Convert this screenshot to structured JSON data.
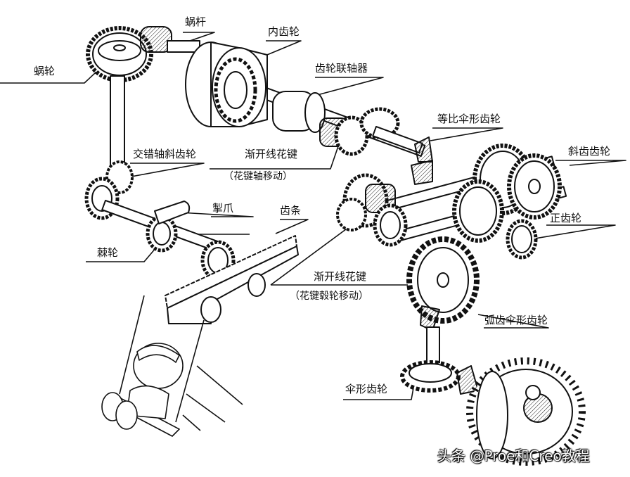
{
  "labels": {
    "worm": "蜗杆",
    "internal_gear": "内齿轮",
    "worm_wheel": "蜗轮",
    "gear_coupling": "齿轮联轴器",
    "equal_bevel_gear": "等比伞形齿轮",
    "helical_gear": "斜齿齿轮",
    "crossed_helical_gear": "交错轴斜齿轮",
    "involute_spline_1": "渐开线花键",
    "involute_spline_1_note": "（花键轴移动）",
    "pawl": "掣爪",
    "rack": "齿条",
    "spur_gear": "正齿轮",
    "ratchet": "棘轮",
    "involute_spline_2": "渐开线花键",
    "involute_spline_2_note": "（花键毂轮移动）",
    "spiral_bevel_gear": "弧齿伞形齿轮",
    "bevel_gear": "伞形齿轮"
  },
  "watermark": "头条 @Proe和Creo教程"
}
